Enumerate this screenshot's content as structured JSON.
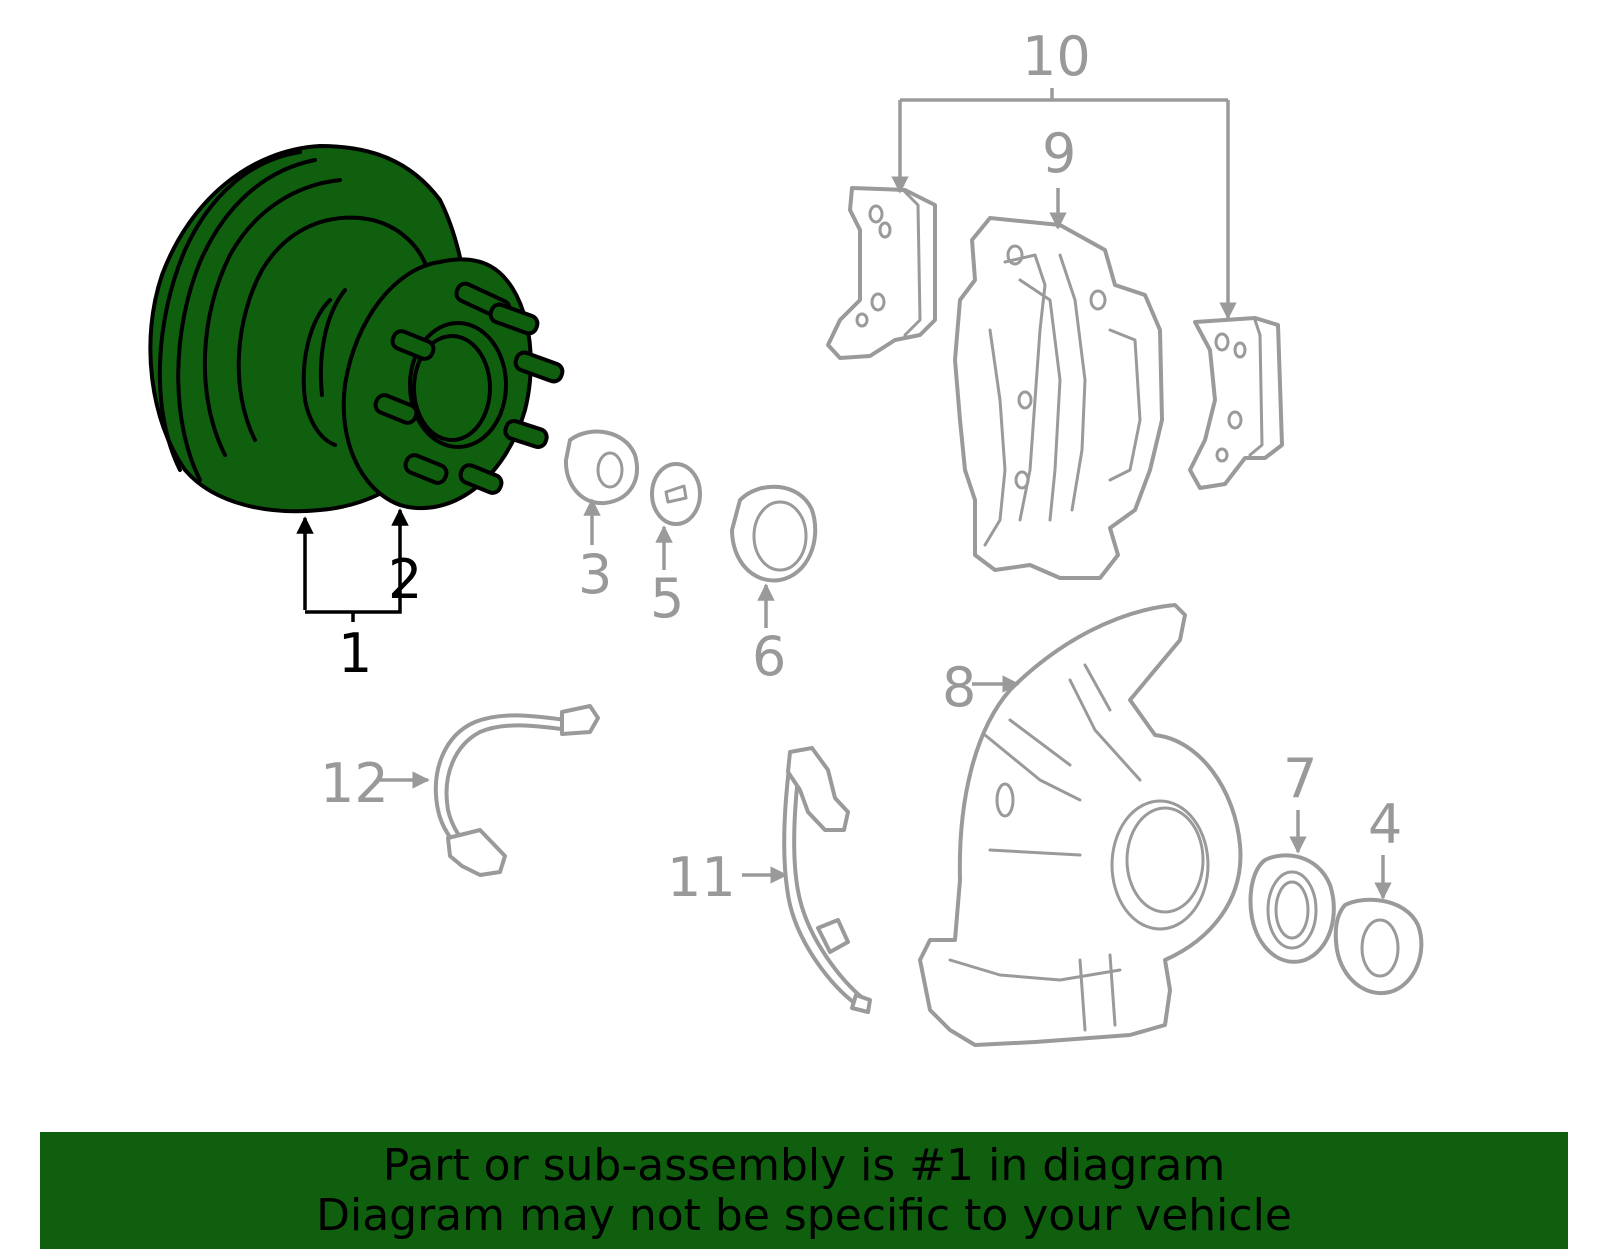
{
  "colors": {
    "highlight": "#0f5f0f",
    "line_gray": "#9a9a9a",
    "label_gray": "#999999",
    "label_black": "#000000",
    "banner_bg": "#0f5f0f",
    "banner_text": "#000000"
  },
  "callouts": {
    "c1": "1",
    "c2": "2",
    "c3": "3",
    "c4": "4",
    "c5": "5",
    "c6": "6",
    "c7": "7",
    "c8": "8",
    "c9": "9",
    "c10": "10",
    "c11": "11",
    "c12": "12"
  },
  "highlighted_part": "1",
  "banner": {
    "line1": "Part or sub-assembly is #1 in diagram",
    "line2": "Diagram may not be specific to your vehicle"
  }
}
